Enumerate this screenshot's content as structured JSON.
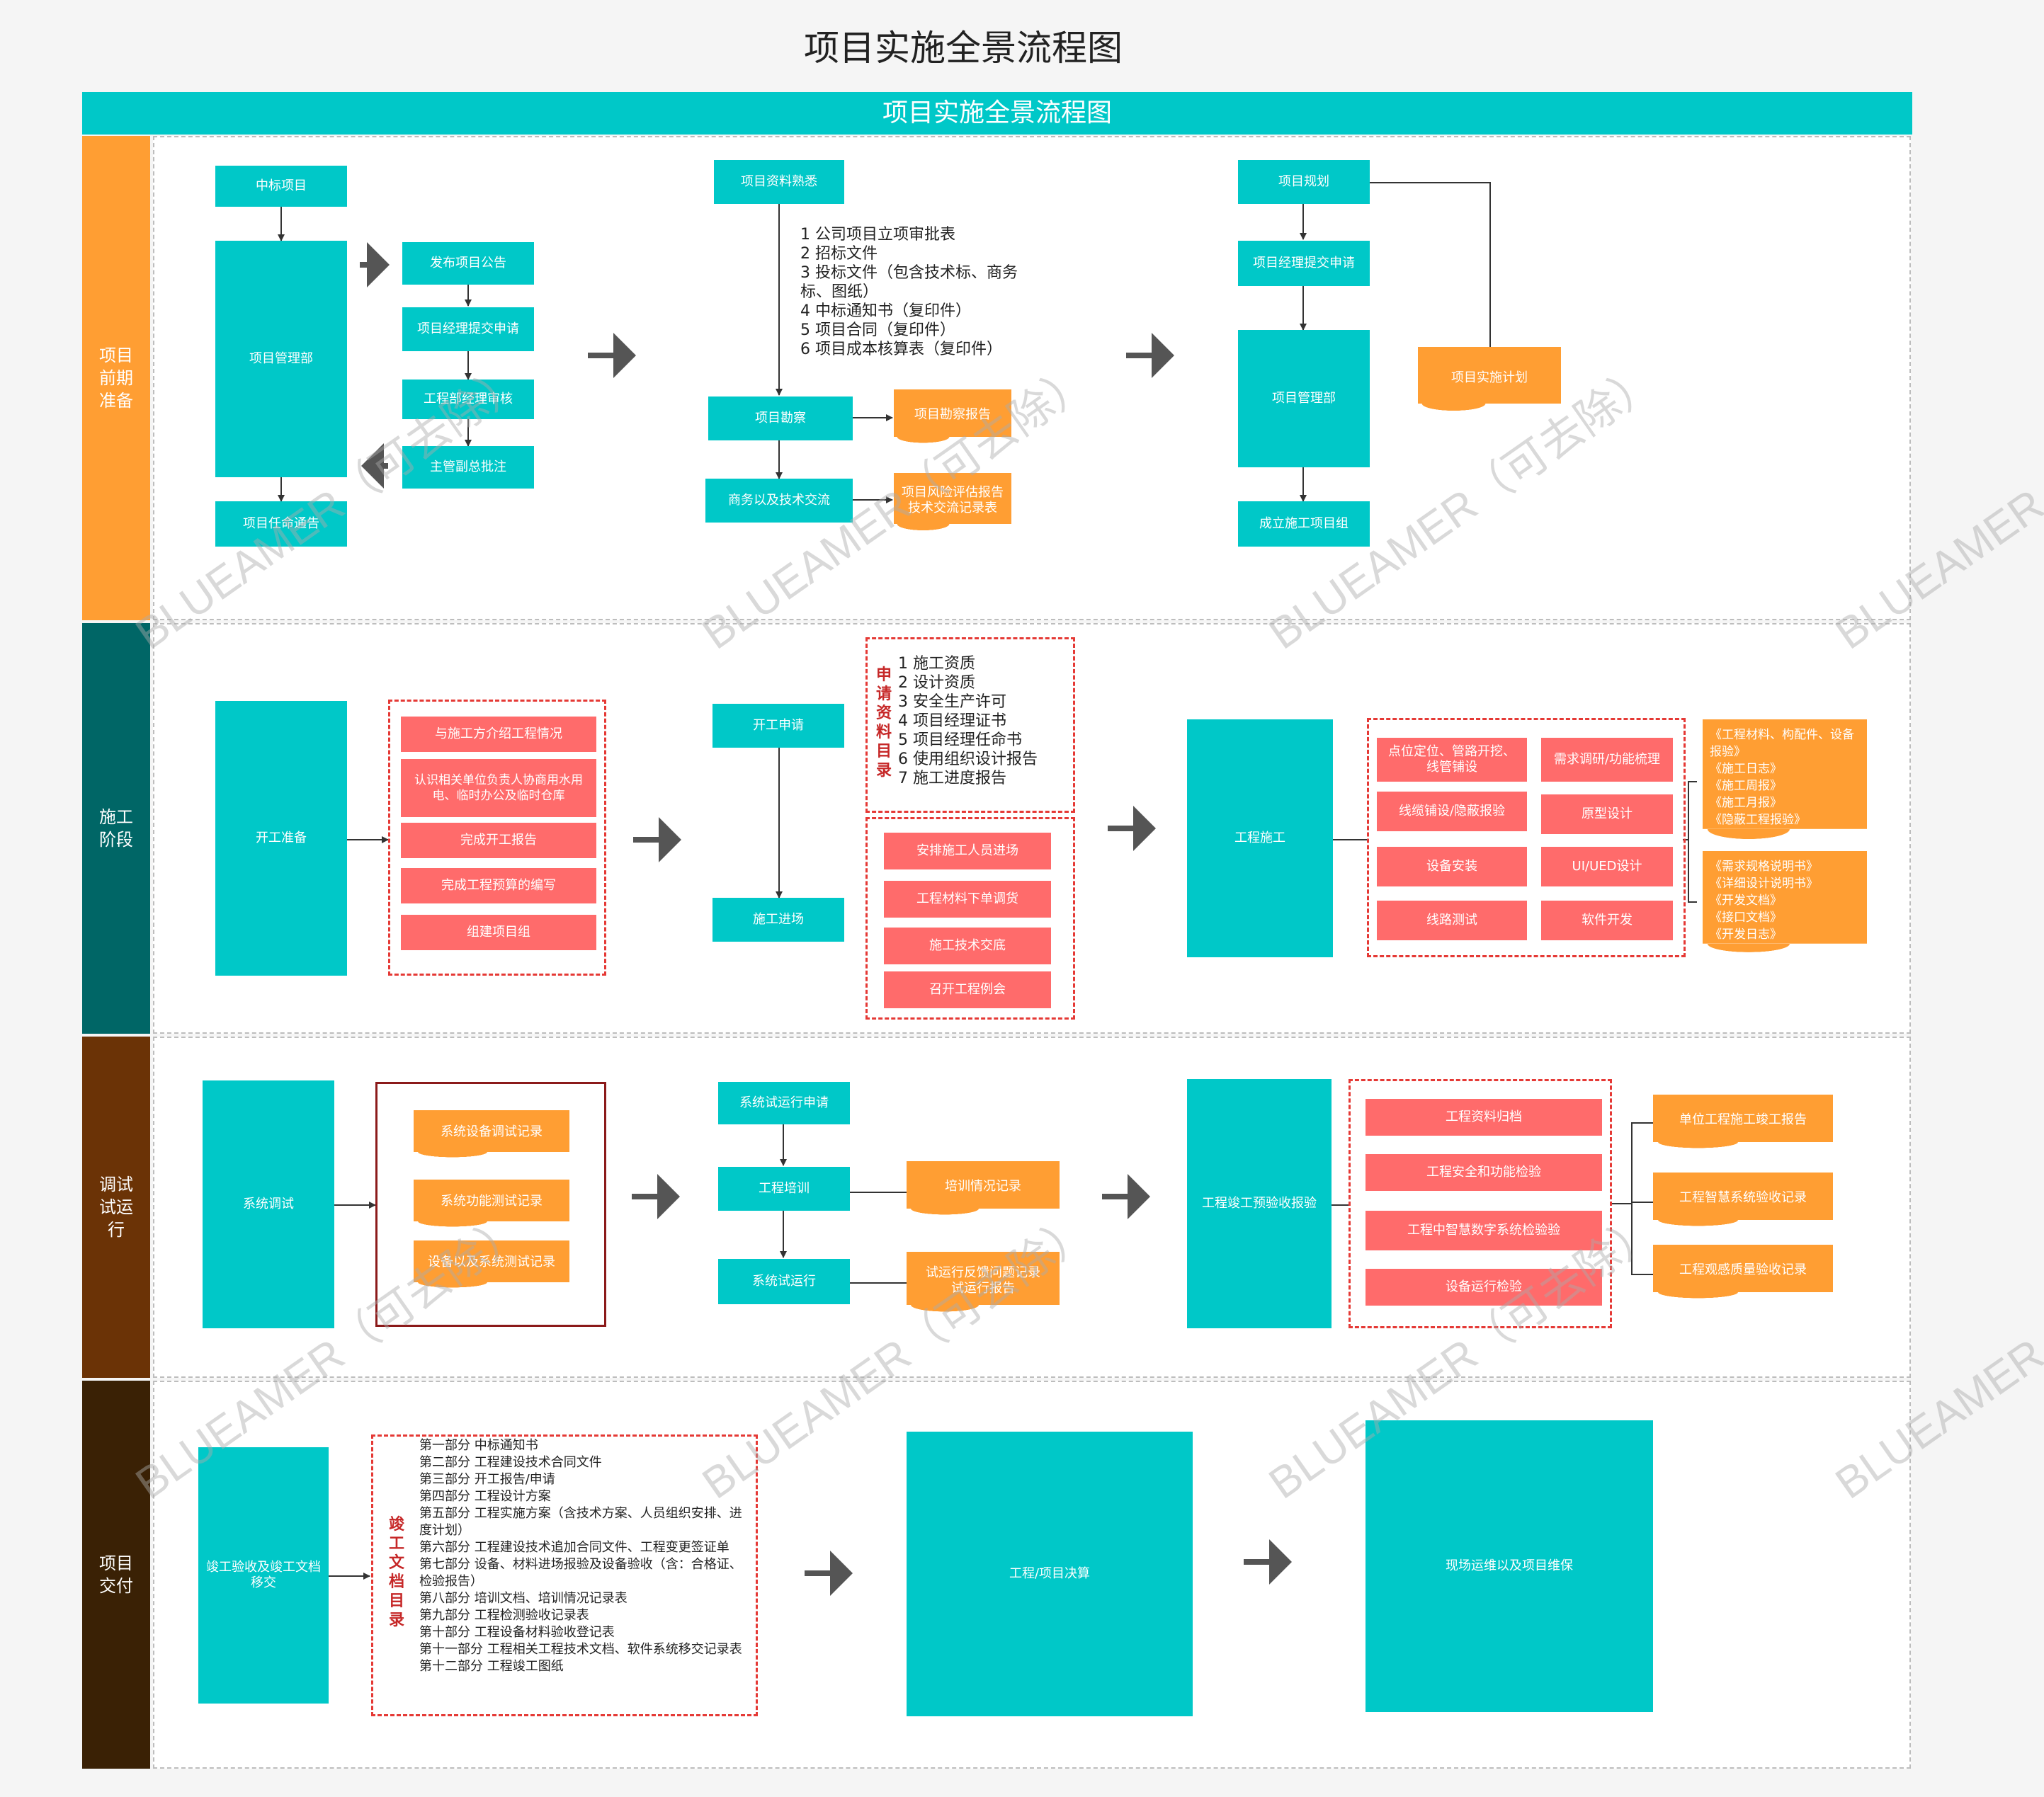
{
  "title": "项目实施全景流程图",
  "banner": "项目实施全景流程图",
  "lanes": [
    {
      "label": "项目\n前期\n准备",
      "color": "#ff9e33"
    },
    {
      "label": "施工\n阶段",
      "color": "#006666"
    },
    {
      "label": "调试\n试运\n行",
      "color": "#6b3306"
    },
    {
      "label": "项目\n交付",
      "color": "#3a2105"
    }
  ],
  "watermark": "BLUEAMER（可去除）",
  "s1": {
    "zhongbiao": "中标项目",
    "guanlibu": "项目管理部",
    "renming": "项目任命通告",
    "fabu": "发布项目公告",
    "jingli_tijiao": "项目经理提交申请",
    "gongcheng_shenhe": "工程部经理审核",
    "zhuguan": "主管副总批注",
    "ziliao_shuxi": "项目资料熟悉",
    "ziliao_list": "1 公司项目立项审批表\n2 招标文件\n3 投标文件（包含技术标、商务标、图纸）\n4 中标通知书（复印件）\n5 项目合同（复印件）\n6 项目成本核算表（复印件）",
    "kancha": "项目勘察",
    "kancha_report": "项目勘察报告",
    "shangwu": "商务以及技术交流",
    "fengxian": "项目风险评估报告\n技术交流记录表",
    "guihua": "项目规划",
    "jingli_tijiao2": "项目经理提交申请",
    "guanlibu2": "项目管理部",
    "shishi_jihua": "项目实施计划",
    "chengli": "成立施工项目组"
  },
  "s2": {
    "kaigong_zhunbei": "开工准备",
    "prep_items": [
      "与施工方介绍工程情况",
      "认识相关单位负责人协商用水用电、临时办公及临时仓库",
      "完成开工报告",
      "完成工程预算的编写",
      "组建项目组"
    ],
    "kaigong_shenqing": "开工申请",
    "shenqing_vertical": "申请资料目录",
    "shenqing_list": "1 施工资质\n2 设计资质\n3 安全生产许可\n4 项目经理证书\n5 项目经理任命书\n6 使用组织设计报告\n7 施工进度报告",
    "jinchang": "施工进场",
    "jinchang_items": [
      "安排施工人员进场",
      "工程材料下单调货",
      "施工技术交底",
      "召开工程例会"
    ],
    "gongcheng_shigong": "工程施工",
    "shigong_left": [
      "点位定位、管路开挖、线管铺设",
      "线缆铺设/隐蔽报验",
      "设备安装",
      "线路测试"
    ],
    "shigong_right": [
      "需求调研/功能梳理",
      "原型设计",
      "UI/UED设计",
      "软件开发"
    ],
    "docs1": "《工程材料、构配件、设备报验》\n《施工日志》\n《施工周报》\n《施工月报》\n《隐蔽工程报验》",
    "docs2": "《需求规格说明书》\n《详细设计说明书》\n《开发文档》\n《接口文档》\n《开发日志》"
  },
  "s3": {
    "xitong_tiaoshi": "系统调试",
    "tiaoshi_records": [
      "系统设备调试记录",
      "系统功能测试记录",
      "设备以及系统测试记录"
    ],
    "shiyunxing_shenqing": "系统试运行申请",
    "peixun": "工程培训",
    "peixun_record": "培训情况记录",
    "shiyunxing": "系统试运行",
    "fankui": "试运行反馈问题记录\n试运行报告",
    "yuyanshou": "工程竣工预验收报验",
    "yanshou_items": [
      "工程资料归档",
      "工程安全和功能检验",
      "工程中智慧数字系统检验验",
      "设备运行检验"
    ],
    "final_docs": [
      "单位工程施工竣工报告",
      "工程智慧系统验收记录",
      "工程观感质量验收记录"
    ]
  },
  "s4": {
    "jungong": "竣工验收及竣工文档移交",
    "vertical": "竣工文档目录",
    "list": "第一部分 中标通知书\n第二部分 工程建设技术合同文件\n第三部分 开工报告/申请\n第四部分 工程设计方案\n第五部分 工程实施方案（含技术方案、人员组织安排、进度计划）\n第六部分 工程建设技术追加合同文件、工程变更签证单\n第七部分 设备、材料进场报验及设备验收（含：合格证、检验报告）\n第八部分 培训文档、培训情况记录表\n第九部分 工程检测验收记录表\n第十部分 工程设备材料验收登记表\n第十一部分 工程相关工程技术文档、软件系统移交记录表\n第十二部分 工程竣工图纸",
    "juesuan": "工程/项目决算",
    "yunwei": "现场运维以及项目维保"
  },
  "colors": {
    "teal": "#00c8c8",
    "red": "#ff6b6b",
    "orange": "#ff9e33"
  }
}
